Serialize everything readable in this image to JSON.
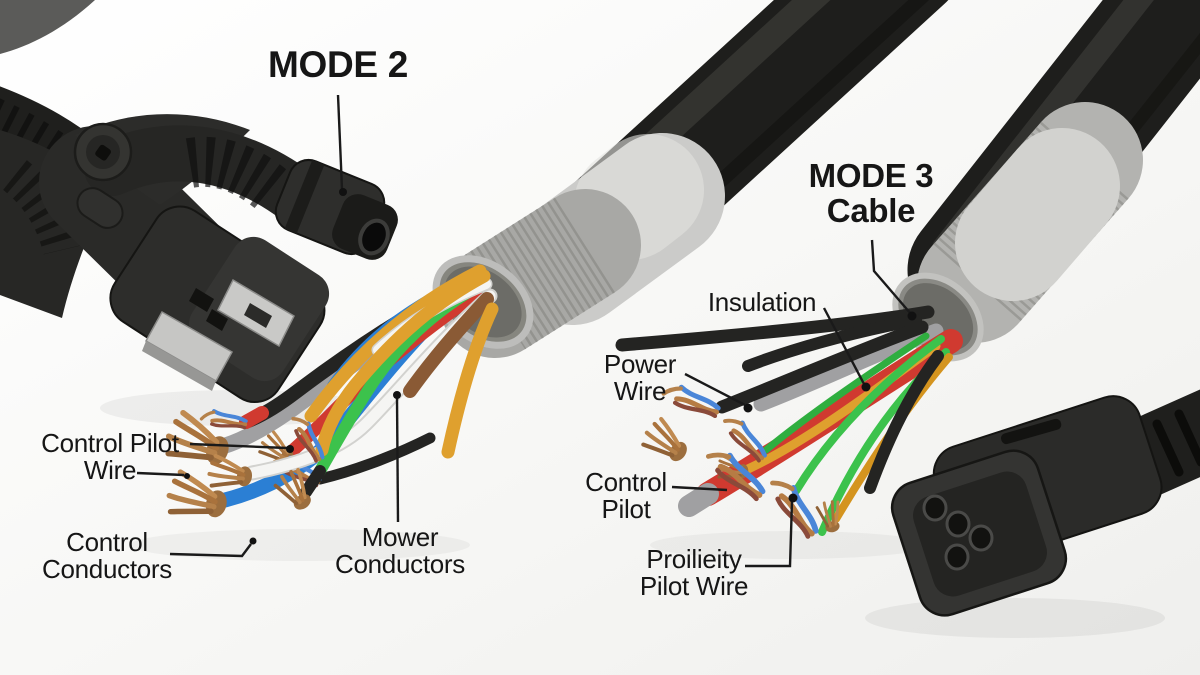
{
  "titles": {
    "mode2": "MODE 2",
    "mode3": "MODE 3\nCable"
  },
  "labels": {
    "control_pilot_wire": "Control Pilot\nWire",
    "control_conductors": "Control\nConductors",
    "mower_conductors": "Mower\nConductors",
    "insulation": "Insulation",
    "power_wire": "Power\nWire",
    "control_pilot": "Control\nPilot",
    "proximity_pilot_wire": "Proilieity\nPilot Wire"
  },
  "colors": {
    "background": "#f6f6f4",
    "cable_black": "#1e1e1c",
    "sheath_gray_smooth": "#cbcbc9",
    "sheath_gray_ribbed": "#a8a8a5",
    "sheath_mouth": "#6c6c67",
    "wire_orange": "#dfa02e",
    "wire_blue": "#2b7fd4",
    "wire_green": "#3cc24c",
    "wire_red": "#d03a30",
    "wire_white": "#f5f5f3",
    "wire_gray": "#a0a0a2",
    "wire_black": "#242422",
    "wire_brown": "#8a5a35",
    "copper": "#b5814a",
    "metal_blade": "#c6c6c4",
    "label_text": "#161616",
    "leader_line": "#1a1a1a"
  }
}
